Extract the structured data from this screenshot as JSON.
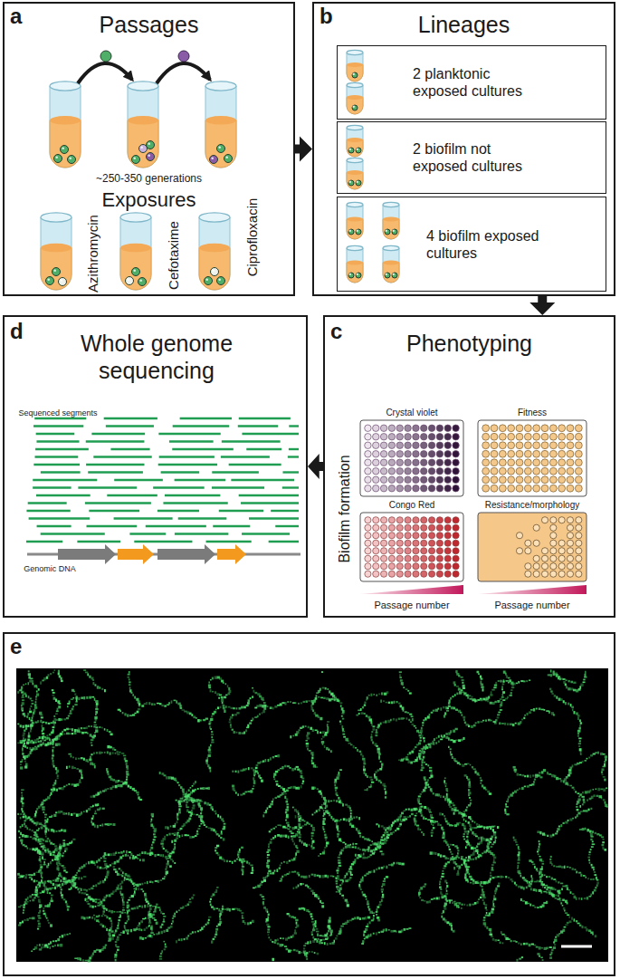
{
  "diagram": {
    "nodes": [
      {
        "text": [
          "a",
          "Passages",
          "~250-350 generations",
          "Exposures"
        ]
      },
      {
        "text": [
          "b",
          "Lineages"
        ]
      },
      {
        "text": [
          "2 planktonic exposed cultures"
        ],
        "in": 1
      },
      {
        "text": [
          "2 biofilm not exposed cultures"
        ],
        "in": 1
      },
      {
        "text": [
          "4 biofilm exposed cultures"
        ],
        "in": 1
      },
      {
        "text": [
          "c",
          "Phenotyping"
        ]
      },
      {
        "text": [
          "Crystal violet"
        ],
        "in": 5
      },
      {
        "text": [
          "Fitness"
        ],
        "in": 5
      },
      {
        "text": [
          "Congo Red"
        ],
        "in": 5
      },
      {
        "text": [
          "Resistance/morphology"
        ],
        "in": 5
      },
      {
        "text": [
          "d",
          "Whole genome sequencing"
        ]
      },
      {
        "text": [
          "e"
        ]
      }
    ],
    "edges": [
      {
        "from": 0,
        "to": 1,
        "arrow": "to"
      },
      {
        "from": 1,
        "to": 5,
        "arrow": "to"
      },
      {
        "from": 5,
        "to": 10,
        "arrow": "to"
      }
    ],
    "labels": [
      "Azithromycin",
      "Cefotaxime",
      "Ciprofloxacin",
      "Biofilm formation",
      "Passage number",
      "Passage number",
      "Sequenced segments",
      "Genomic DNA"
    ]
  }
}
